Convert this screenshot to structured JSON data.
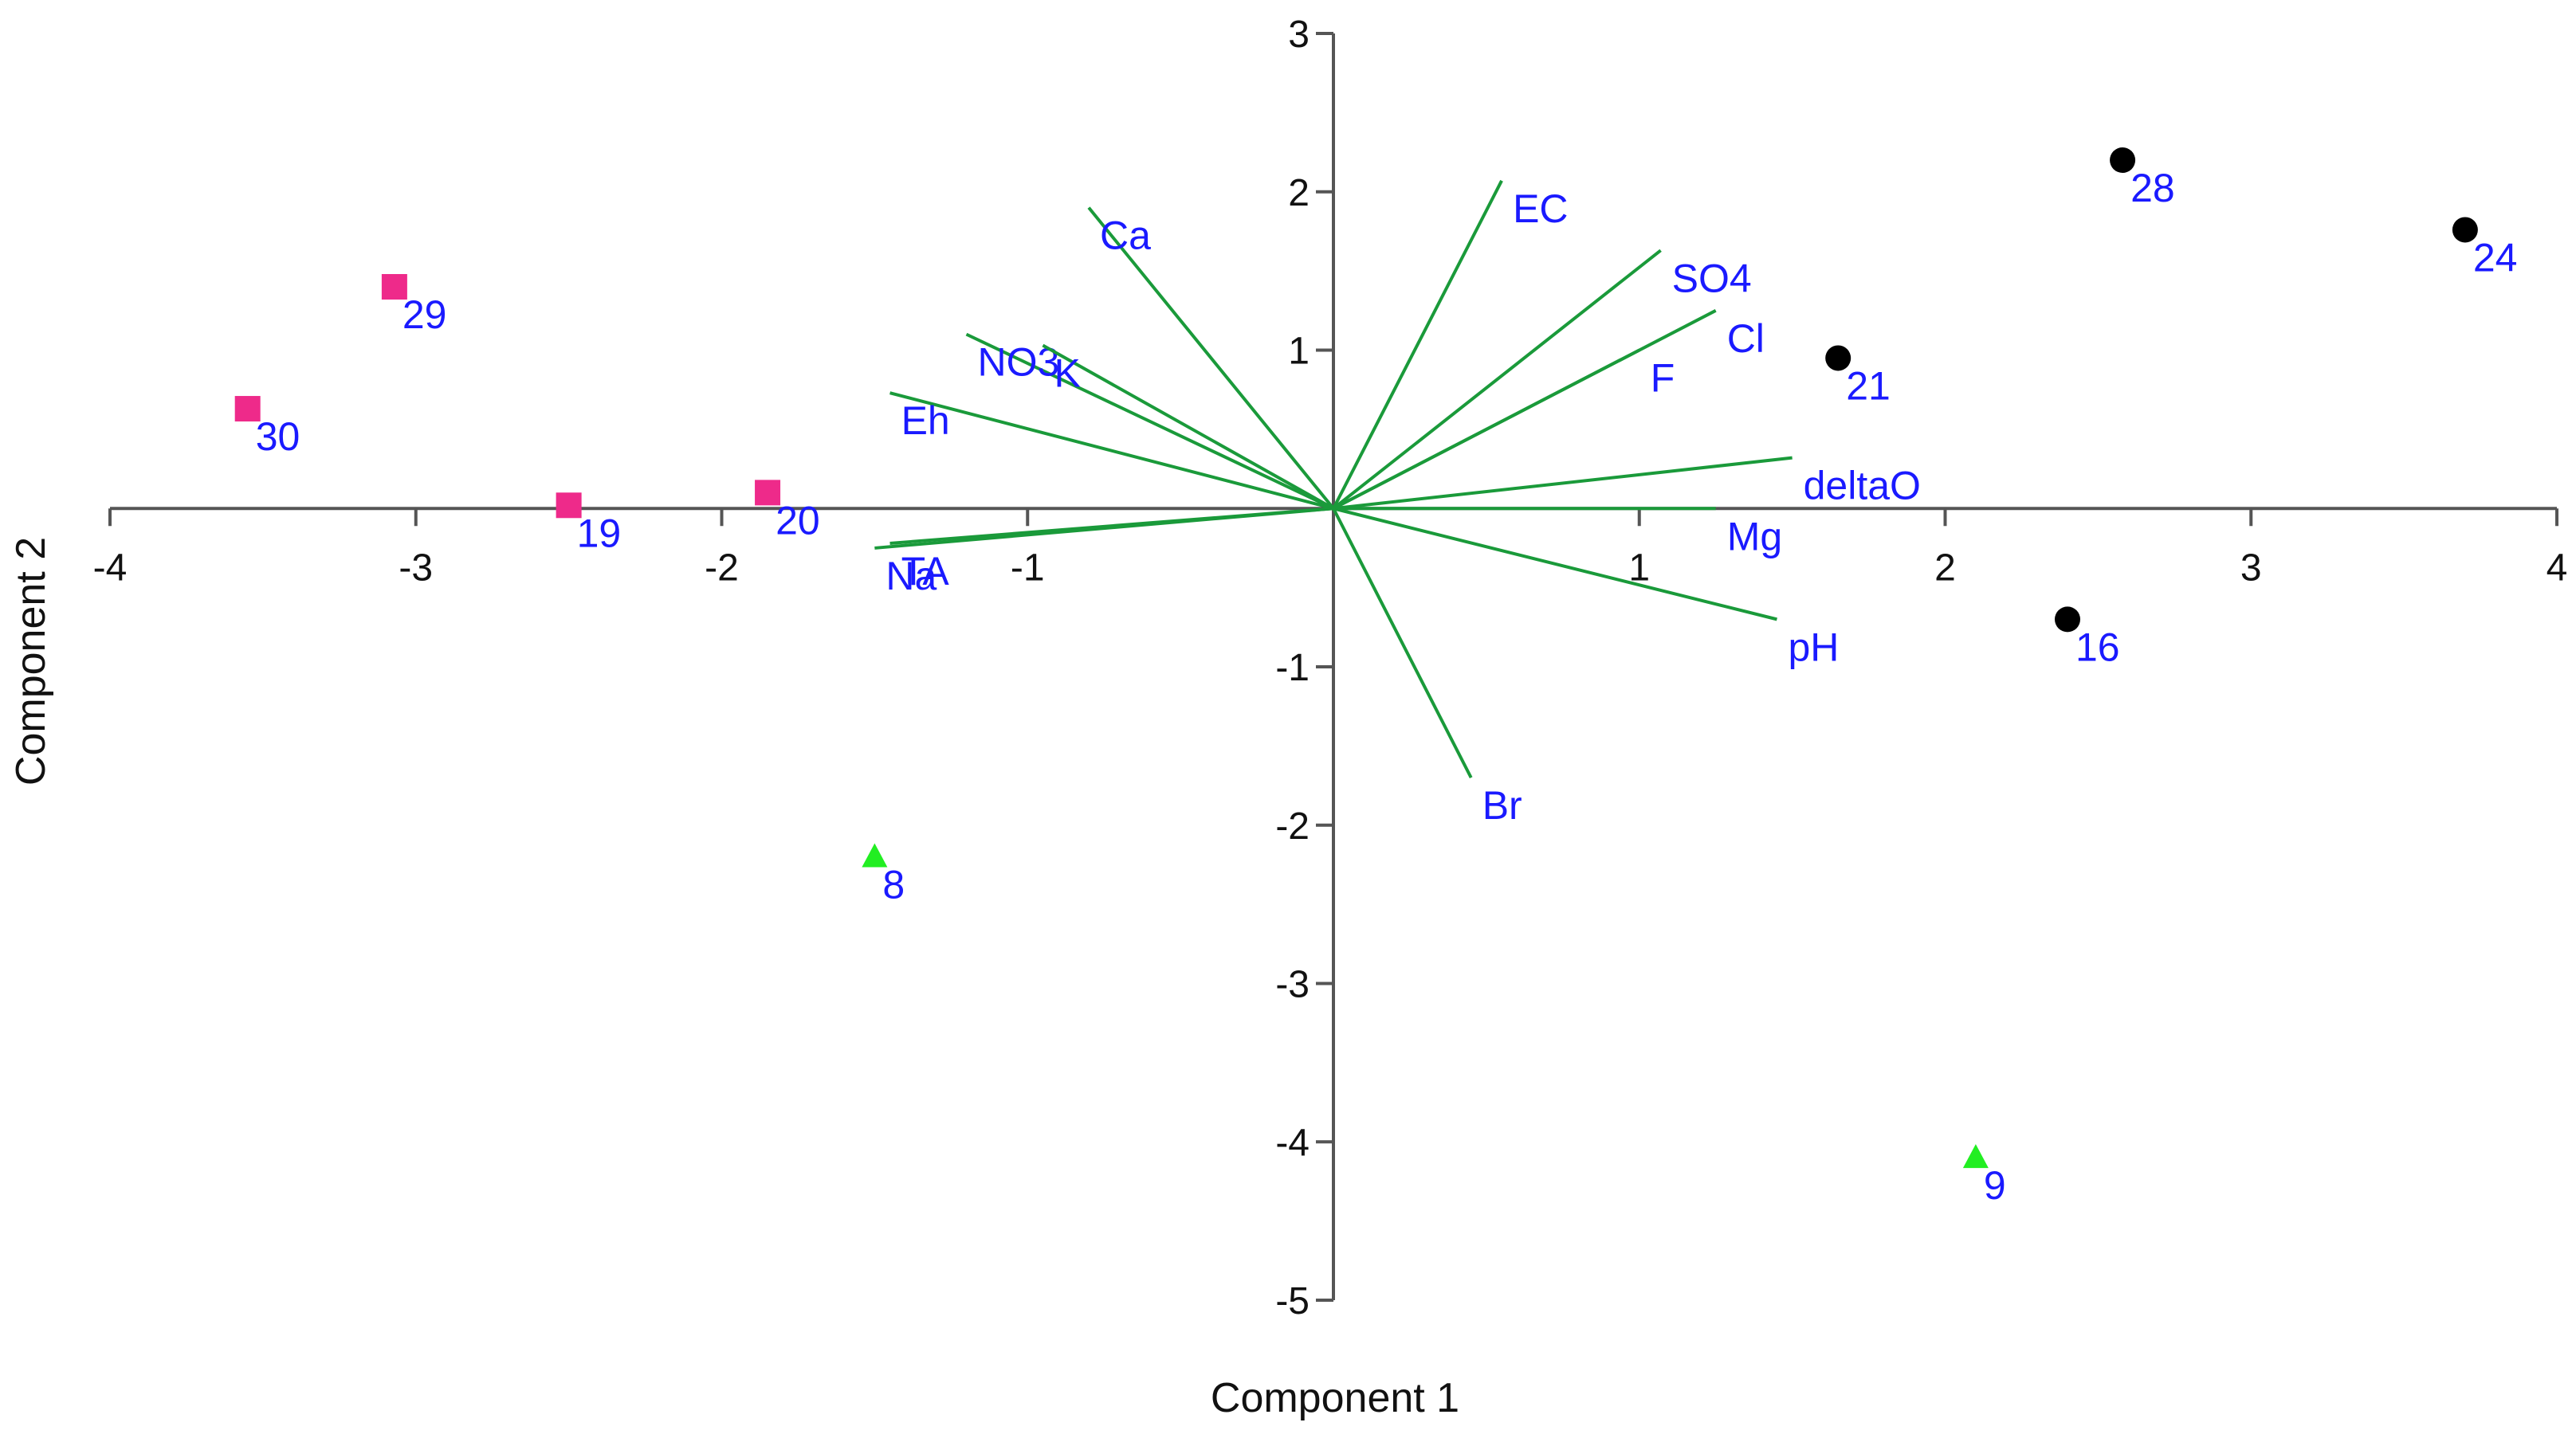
{
  "chart_data": {
    "type": "scatter",
    "subtype": "biplot",
    "title": "",
    "xlabel": "Component 1",
    "ylabel": "Component 2",
    "xlim": [
      -4,
      4
    ],
    "ylim": [
      -5,
      3
    ],
    "x_ticks": [
      -4,
      -3,
      -2,
      -1,
      1,
      2,
      3,
      4
    ],
    "y_ticks": [
      3,
      2,
      1,
      -1,
      -2,
      -3,
      -4,
      -5
    ],
    "grid": false,
    "legend": "none",
    "colors": {
      "loading_line": "#1a9a3a",
      "label_text": "#1a1aff",
      "axis": "#555555",
      "square_group": "#ee2a8a",
      "circle_group": "#000000",
      "triangle_group": "#22ee22"
    },
    "groups": [
      {
        "marker": "square",
        "color": "#ee2a8a",
        "points": [
          {
            "label": "29",
            "x": -3.07,
            "y": 1.4
          },
          {
            "label": "30",
            "x": -3.55,
            "y": 0.63
          },
          {
            "label": "19",
            "x": -2.5,
            "y": 0.02
          },
          {
            "label": "20",
            "x": -1.85,
            "y": 0.1
          }
        ]
      },
      {
        "marker": "circle",
        "color": "#000000",
        "points": [
          {
            "label": "28",
            "x": 2.58,
            "y": 2.2
          },
          {
            "label": "24",
            "x": 3.7,
            "y": 1.76
          },
          {
            "label": "21",
            "x": 1.65,
            "y": 0.95
          },
          {
            "label": "16",
            "x": 2.4,
            "y": -0.7
          }
        ]
      },
      {
        "marker": "triangle",
        "color": "#22ee22",
        "points": [
          {
            "label": "8",
            "x": -1.5,
            "y": -2.2
          },
          {
            "label": "9",
            "x": 2.1,
            "y": -4.1
          }
        ]
      }
    ],
    "loadings": [
      {
        "label": "EC",
        "x": 0.55,
        "y": 2.07
      },
      {
        "label": "Ca",
        "x": -0.8,
        "y": 1.9
      },
      {
        "label": "SO4",
        "x": 1.07,
        "y": 1.63
      },
      {
        "label": "Cl",
        "x": 1.25,
        "y": 1.25
      },
      {
        "label": "F",
        "x": 1.0,
        "y": 1.0
      },
      {
        "label": "NO3",
        "x": -1.2,
        "y": 1.1
      },
      {
        "label": "K",
        "x": -0.95,
        "y": 1.03
      },
      {
        "label": "Eh",
        "x": -1.45,
        "y": 0.73
      },
      {
        "label": "deltaO",
        "x": 1.5,
        "y": 0.32
      },
      {
        "label": "Mg",
        "x": 1.25,
        "y": 0.0
      },
      {
        "label": "Na",
        "x": -1.5,
        "y": -0.25
      },
      {
        "label": "TA",
        "x": -1.45,
        "y": -0.22
      },
      {
        "label": "pH",
        "x": 1.45,
        "y": -0.7
      },
      {
        "label": "Br",
        "x": 0.45,
        "y": -1.7
      }
    ]
  }
}
